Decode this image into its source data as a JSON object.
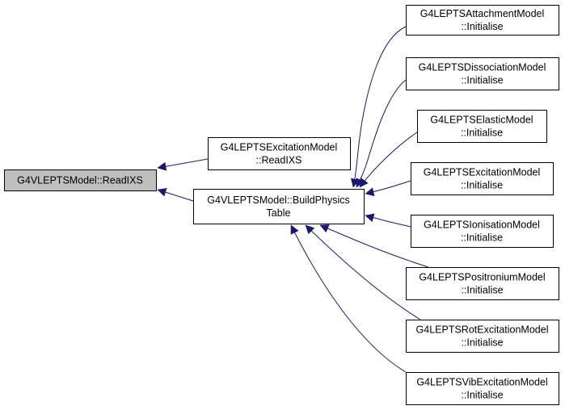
{
  "colors": {
    "edge": "#191970",
    "node_border": "#000000",
    "node_fill": "#ffffff",
    "root_fill": "#bfbfbf",
    "text": "#000000"
  },
  "nodes": [
    {
      "id": "root",
      "lines": [
        "G4VLEPTSModel::ReadIXS"
      ],
      "highlighted": true
    },
    {
      "id": "excitation-readixs",
      "lines": [
        "G4LEPTSExcitationModel",
        "::ReadIXS"
      ]
    },
    {
      "id": "build-physics-table",
      "lines": [
        "G4VLEPTSModel::BuildPhysics",
        "Table"
      ]
    },
    {
      "id": "attachment-init",
      "lines": [
        "G4LEPTSAttachmentModel",
        "::Initialise"
      ]
    },
    {
      "id": "dissociation-init",
      "lines": [
        "G4LEPTSDissociationModel",
        "::Initialise"
      ]
    },
    {
      "id": "elastic-init",
      "lines": [
        "G4LEPTSElasticModel",
        "::Initialise"
      ]
    },
    {
      "id": "excitation-init",
      "lines": [
        "G4LEPTSExcitationModel",
        "::Initialise"
      ]
    },
    {
      "id": "ionisation-init",
      "lines": [
        "G4LEPTSIonisationModel",
        "::Initialise"
      ]
    },
    {
      "id": "positronium-init",
      "lines": [
        "G4LEPTSPositroniumModel",
        "::Initialise"
      ]
    },
    {
      "id": "rotexcitation-init",
      "lines": [
        "G4LEPTSRotExcitationModel",
        "::Initialise"
      ]
    },
    {
      "id": "vibexcitation-init",
      "lines": [
        "G4LEPTSVibExcitationModel",
        "::Initialise"
      ]
    }
  ],
  "edges": [
    {
      "from": "excitation-readixs",
      "to": "root"
    },
    {
      "from": "build-physics-table",
      "to": "root"
    },
    {
      "from": "attachment-init",
      "to": "build-physics-table"
    },
    {
      "from": "dissociation-init",
      "to": "build-physics-table"
    },
    {
      "from": "elastic-init",
      "to": "build-physics-table"
    },
    {
      "from": "excitation-init",
      "to": "build-physics-table"
    },
    {
      "from": "ionisation-init",
      "to": "build-physics-table"
    },
    {
      "from": "positronium-init",
      "to": "build-physics-table"
    },
    {
      "from": "rotexcitation-init",
      "to": "build-physics-table"
    },
    {
      "from": "vibexcitation-init",
      "to": "build-physics-table"
    }
  ]
}
